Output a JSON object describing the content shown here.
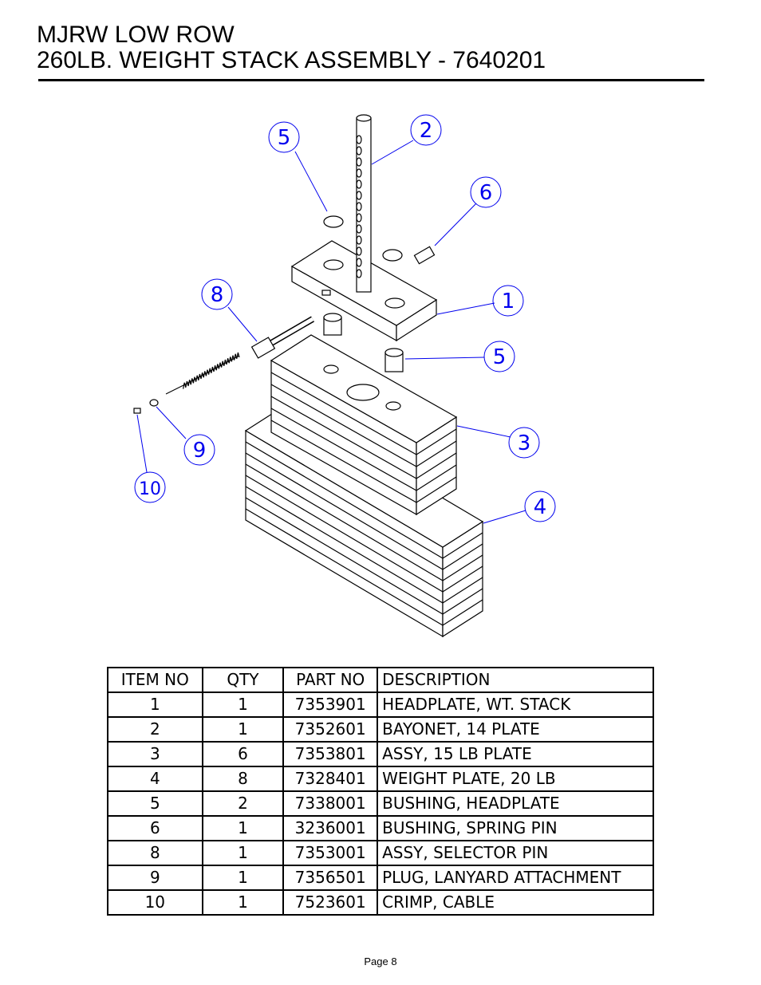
{
  "header": {
    "title_line1": "MJRW LOW ROW",
    "title_line2": "260LB. WEIGHT STACK ASSEMBLY - 7640201"
  },
  "callouts": [
    "5",
    "2",
    "6",
    "8",
    "1",
    "5",
    "3",
    "9",
    "10",
    "4"
  ],
  "table": {
    "columns": [
      "ITEM NO",
      "QTY",
      "PART NO",
      "DESCRIPTION"
    ],
    "rows": [
      [
        "1",
        "1",
        "7353901",
        "HEADPLATE, WT. STACK"
      ],
      [
        "2",
        "1",
        "7352601",
        "BAYONET, 14 PLATE"
      ],
      [
        "3",
        "6",
        "7353801",
        "ASSY, 15 LB PLATE"
      ],
      [
        "4",
        "8",
        "7328401",
        "WEIGHT PLATE, 20 LB"
      ],
      [
        "5",
        "2",
        "7338001",
        "BUSHING, HEADPLATE"
      ],
      [
        "6",
        "1",
        "3236001",
        "BUSHING, SPRING PIN"
      ],
      [
        "8",
        "1",
        "7353001",
        "ASSY, SELECTOR PIN"
      ],
      [
        "9",
        "1",
        "7356501",
        "PLUG, LANYARD ATTACHMENT"
      ],
      [
        "10",
        "1",
        "7523601",
        "CRIMP, CABLE"
      ]
    ]
  },
  "footer": {
    "page": "Page 8"
  }
}
